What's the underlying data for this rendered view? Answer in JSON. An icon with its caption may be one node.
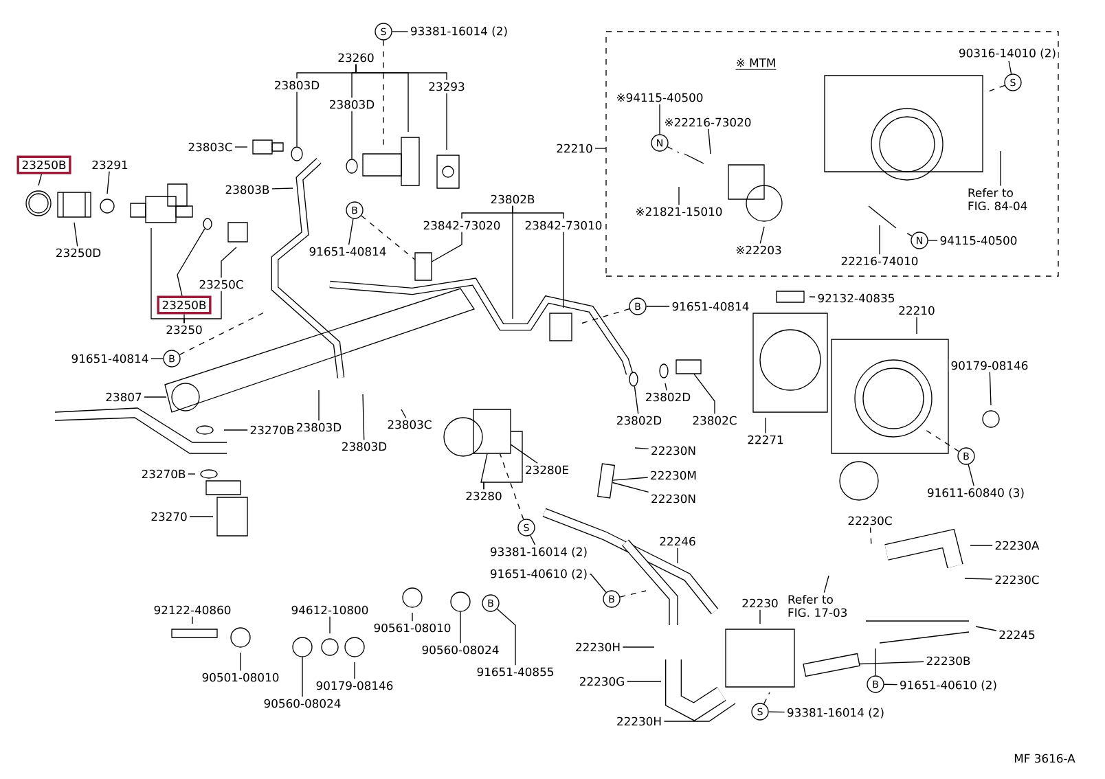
{
  "diagram": {
    "nodes": [
      {
        "text": [
          "93381-16014 (2)"
        ]
      },
      {
        "text": [
          "S"
        ]
      },
      {
        "text": [
          "23260"
        ]
      },
      {
        "text": [
          "23250B"
        ]
      },
      {
        "text": [
          "23291"
        ]
      },
      {
        "text": [
          "23250D"
        ]
      },
      {
        "text": [
          "23803C"
        ]
      },
      {
        "text": [
          "23803D"
        ]
      },
      {
        "text": [
          "23803D"
        ]
      },
      {
        "text": [
          "23293"
        ]
      },
      {
        "text": [
          "23803B"
        ]
      },
      {
        "text": [
          "B"
        ]
      },
      {
        "text": [
          "91651-40814"
        ]
      },
      {
        "text": [
          "23802B"
        ]
      },
      {
        "text": [
          "23842-73020"
        ]
      },
      {
        "text": [
          "23842-73010"
        ]
      },
      {
        "text": [
          "22210"
        ]
      },
      {
        "text": [
          "※ MTM"
        ]
      },
      {
        "text": [
          "※94115-40500"
        ],
        "in": 17
      },
      {
        "text": [
          "N"
        ],
        "in": 17
      },
      {
        "text": [
          "※22216-73020"
        ],
        "in": 17
      },
      {
        "text": [
          "※21821-15010"
        ],
        "in": 17
      },
      {
        "text": [
          "※22203"
        ],
        "in": 17
      },
      {
        "text": [
          "90316-14010 (2)"
        ],
        "in": 17
      },
      {
        "text": [
          "S"
        ],
        "in": 17
      },
      {
        "text": [
          "Refer to FIG. 84-04"
        ],
        "in": 17
      },
      {
        "text": [
          "22216-74010"
        ],
        "in": 17
      },
      {
        "text": [
          "N"
        ],
        "in": 17
      },
      {
        "text": [
          "94115-40500"
        ],
        "in": 17
      },
      {
        "text": [
          "92132-40835"
        ]
      },
      {
        "text": [
          "22210"
        ]
      },
      {
        "text": [
          "90179-08146"
        ]
      },
      {
        "text": [
          "22271"
        ]
      },
      {
        "text": [
          "B"
        ]
      },
      {
        "text": [
          "91611-60840 (3)"
        ]
      },
      {
        "text": [
          "22230C"
        ]
      },
      {
        "text": [
          "22230A"
        ]
      },
      {
        "text": [
          "22230C"
        ]
      },
      {
        "text": [
          "Refer to FIG. 17-03"
        ]
      },
      {
        "text": [
          "22245"
        ]
      },
      {
        "text": [
          "22230"
        ]
      },
      {
        "text": [
          "22230B"
        ]
      },
      {
        "text": [
          "B"
        ]
      },
      {
        "text": [
          "91651-40610 (2)"
        ]
      },
      {
        "text": [
          "S"
        ]
      },
      {
        "text": [
          "93381-16014 (2)"
        ]
      },
      {
        "text": [
          "23803C"
        ]
      },
      {
        "text": [
          "23803D"
        ]
      },
      {
        "text": [
          "23803D"
        ]
      },
      {
        "text": [
          "23802D"
        ]
      },
      {
        "text": [
          "23802D"
        ]
      },
      {
        "text": [
          "23802C"
        ]
      },
      {
        "text": [
          "23280E"
        ]
      },
      {
        "text": [
          "23280"
        ]
      },
      {
        "text": [
          "S"
        ]
      },
      {
        "text": [
          "93381-16014 (2)"
        ]
      },
      {
        "text": [
          "91651-40610 (2)"
        ]
      },
      {
        "text": [
          "B"
        ]
      },
      {
        "text": [
          "22230N"
        ]
      },
      {
        "text": [
          "22230M"
        ]
      },
      {
        "text": [
          "22230N"
        ]
      },
      {
        "text": [
          "22246"
        ]
      },
      {
        "text": [
          "22230H"
        ]
      },
      {
        "text": [
          "22230G"
        ]
      },
      {
        "text": [
          "22230H"
        ]
      },
      {
        "text": [
          "90561-08010"
        ]
      },
      {
        "text": [
          "90560-08024"
        ]
      },
      {
        "text": [
          "B"
        ]
      },
      {
        "text": [
          "91651-40855"
        ]
      },
      {
        "text": [
          "94612-10800"
        ]
      },
      {
        "text": [
          "92122-40860"
        ]
      },
      {
        "text": [
          "90501-08010"
        ]
      },
      {
        "text": [
          "90560-08024"
        ]
      },
      {
        "text": [
          "90179-08146"
        ]
      },
      {
        "text": [
          "23807"
        ]
      },
      {
        "text": [
          "23270B"
        ]
      },
      {
        "text": [
          "23270B"
        ]
      },
      {
        "text": [
          "23270"
        ]
      },
      {
        "text": [
          "B"
        ]
      },
      {
        "text": [
          "91651-40814"
        ]
      },
      {
        "text": [
          "B"
        ]
      },
      {
        "text": [
          "91651-40814"
        ]
      },
      {
        "text": [
          "23250"
        ]
      },
      {
        "text": [
          "23250C"
        ]
      },
      {
        "text": [
          "23250B"
        ]
      },
      {
        "text": [],
        "shape": "circle"
      },
      {
        "text": [],
        "shape": "circle"
      },
      {
        "text": [],
        "shape": "circle"
      },
      {
        "text": [],
        "shape": "circle"
      },
      {
        "text": [],
        "shape": "box"
      },
      {
        "text": [],
        "shape": "circle"
      },
      {
        "text": [],
        "shape": "box"
      },
      {
        "text": [],
        "shape": "box"
      },
      {
        "text": [],
        "shape": "circle"
      },
      {
        "text": [],
        "shape": "box"
      },
      {
        "text": [],
        "shape": "box"
      }
    ],
    "edges": [
      {
        "from": 0,
        "to": 1,
        "arrow": "none"
      },
      {
        "from": 1,
        "to": null,
        "arrow": "none",
        "style": "dashed"
      },
      {
        "from": 2,
        "to": 7,
        "arrow": "none"
      },
      {
        "from": 2,
        "to": 8,
        "arrow": "none"
      },
      {
        "from": 2,
        "to": 9,
        "arrow": "none"
      },
      {
        "from": 2,
        "to": null,
        "arrow": "none"
      },
      {
        "from": 3,
        "to": null,
        "arrow": "none"
      },
      {
        "from": 4,
        "to": null,
        "arrow": "none"
      },
      {
        "from": 5,
        "to": null,
        "arrow": "none"
      },
      {
        "from": 6,
        "to": null,
        "arrow": "none"
      },
      {
        "from": 7,
        "to": 86,
        "arrow": "none"
      },
      {
        "from": 8,
        "to": 88,
        "arrow": "none"
      },
      {
        "from": 9,
        "to": null,
        "arrow": "none"
      },
      {
        "from": 10,
        "to": null,
        "arrow": "none"
      },
      {
        "from": 12,
        "to": 11,
        "arrow": "none"
      },
      {
        "from": 11,
        "to": 89,
        "arrow": "none",
        "style": "dashed"
      },
      {
        "from": 13,
        "to": 14,
        "arrow": "none"
      },
      {
        "from": 13,
        "to": 15,
        "arrow": "none"
      },
      {
        "from": 13,
        "to": null,
        "arrow": "none"
      },
      {
        "from": 14,
        "to": 89,
        "arrow": "none"
      },
      {
        "from": 15,
        "to": null,
        "arrow": "none"
      },
      {
        "from": 16,
        "to": 17,
        "arrow": "none"
      },
      {
        "from": 18,
        "to": 19,
        "arrow": "none"
      },
      {
        "from": 19,
        "to": null,
        "arrow": "none",
        "style": "dashed"
      },
      {
        "from": 20,
        "to": null,
        "arrow": "none"
      },
      {
        "from": 21,
        "to": null,
        "arrow": "none"
      },
      {
        "from": 22,
        "to": null,
        "arrow": "none"
      },
      {
        "from": 23,
        "to": 24,
        "arrow": "none"
      },
      {
        "from": 24,
        "to": null,
        "arrow": "none",
        "style": "dashed"
      },
      {
        "from": 25,
        "to": null,
        "arrow": "none"
      },
      {
        "from": 26,
        "to": null,
        "arrow": "none"
      },
      {
        "from": 28,
        "to": 27,
        "arrow": "none"
      },
      {
        "from": 27,
        "to": null,
        "arrow": "none",
        "style": "dashed"
      },
      {
        "from": 29,
        "to": null,
        "arrow": "none"
      },
      {
        "from": 30,
        "to": null,
        "arrow": "none"
      },
      {
        "from": 31,
        "to": null,
        "arrow": "none"
      },
      {
        "from": 32,
        "to": null,
        "arrow": "none"
      },
      {
        "from": 34,
        "to": 33,
        "arrow": "none"
      },
      {
        "from": 33,
        "to": null,
        "arrow": "none",
        "style": "dashed"
      },
      {
        "from": 35,
        "to": null,
        "arrow": "none",
        "style": "dashed"
      },
      {
        "from": 36,
        "to": null,
        "arrow": "none"
      },
      {
        "from": 37,
        "to": null,
        "arrow": "none"
      },
      {
        "from": 38,
        "to": null,
        "arrow": "none"
      },
      {
        "from": 39,
        "to": null,
        "arrow": "none"
      },
      {
        "from": 40,
        "to": null,
        "arrow": "none"
      },
      {
        "from": 41,
        "to": 95,
        "arrow": "none"
      },
      {
        "from": 43,
        "to": 42,
        "arrow": "none"
      },
      {
        "from": 42,
        "to": null,
        "arrow": "none"
      },
      {
        "from": 45,
        "to": 44,
        "arrow": "none"
      },
      {
        "from": 44,
        "to": null,
        "arrow": "none",
        "style": "dashed"
      },
      {
        "from": 46,
        "to": null,
        "arrow": "none"
      },
      {
        "from": 47,
        "to": null,
        "arrow": "none"
      },
      {
        "from": 48,
        "to": null,
        "arrow": "none"
      },
      {
        "from": 49,
        "to": null,
        "arrow": "none"
      },
      {
        "from": 50,
        "to": 93,
        "arrow": "none"
      },
      {
        "from": 51,
        "to": 94,
        "arrow": "none"
      },
      {
        "from": 52,
        "to": 91,
        "arrow": "none"
      },
      {
        "from": 53,
        "to": 91,
        "arrow": "none"
      },
      {
        "from": 53,
        "to": 91,
        "arrow": "none"
      },
      {
        "from": 55,
        "to": 54,
        "arrow": "none"
      },
      {
        "from": 54,
        "to": 91,
        "arrow": "none",
        "style": "dashed"
      },
      {
        "from": 56,
        "to": 57,
        "arrow": "none"
      },
      {
        "from": 57,
        "to": null,
        "arrow": "none",
        "style": "dashed"
      },
      {
        "from": 58,
        "to": null,
        "arrow": "none"
      },
      {
        "from": 59,
        "to": 92,
        "arrow": "none"
      },
      {
        "from": 60,
        "to": 92,
        "arrow": "none"
      },
      {
        "from": 61,
        "to": null,
        "arrow": "none"
      },
      {
        "from": 62,
        "to": null,
        "arrow": "none"
      },
      {
        "from": 63,
        "to": null,
        "arrow": "none"
      },
      {
        "from": 64,
        "to": null,
        "arrow": "none"
      },
      {
        "from": 65,
        "to": null,
        "arrow": "none"
      },
      {
        "from": 66,
        "to": 90,
        "arrow": "none"
      },
      {
        "from": 68,
        "to": 67,
        "arrow": "none"
      },
      {
        "from": 69,
        "to": null,
        "arrow": "none"
      },
      {
        "from": 70,
        "to": null,
        "arrow": "none"
      },
      {
        "from": 71,
        "to": null,
        "arrow": "none"
      },
      {
        "from": 72,
        "to": 87,
        "arrow": "none"
      },
      {
        "from": 73,
        "to": null,
        "arrow": "none"
      },
      {
        "from": 74,
        "to": null,
        "arrow": "none"
      },
      {
        "from": 75,
        "to": null,
        "arrow": "none"
      },
      {
        "from": 76,
        "to": null,
        "arrow": "none"
      },
      {
        "from": 77,
        "to": null,
        "arrow": "none"
      },
      {
        "from": 79,
        "to": 78,
        "arrow": "none"
      },
      {
        "from": 78,
        "to": null,
        "arrow": "none",
        "style": "dashed"
      },
      {
        "from": 81,
        "to": 80,
        "arrow": "none"
      },
      {
        "from": 80,
        "to": null,
        "arrow": "none",
        "style": "dashed"
      },
      {
        "from": 82,
        "to": 84,
        "arrow": "none"
      },
      {
        "from": 82,
        "to": null,
        "arrow": "none"
      },
      {
        "from": 82,
        "to": 83,
        "arrow": "none"
      },
      {
        "from": 83,
        "to": null,
        "arrow": "none"
      },
      {
        "from": 84,
        "to": 85,
        "arrow": "none"
      }
    ],
    "labels": [
      "MF 3616-A"
    ]
  }
}
